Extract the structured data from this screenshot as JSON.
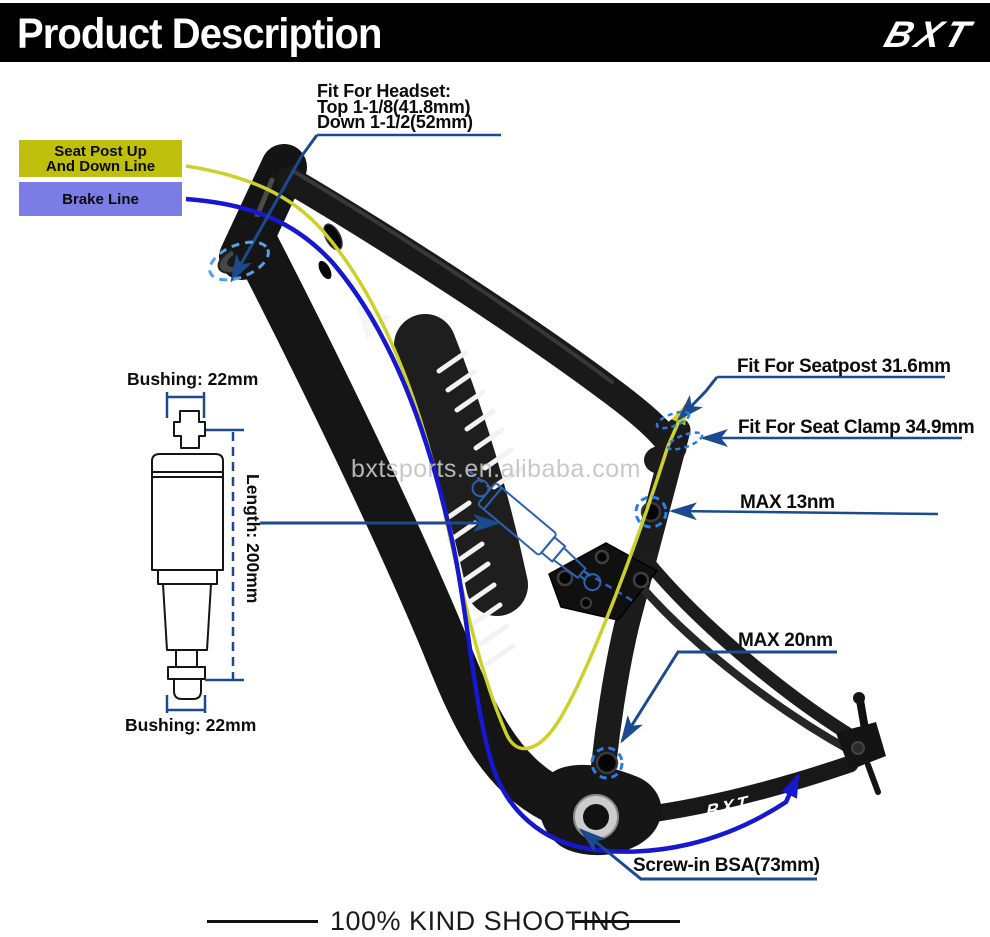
{
  "header": {
    "title": "Product Description",
    "brand": "BXT"
  },
  "legend": {
    "seatpost": {
      "line1": "Seat Post Up",
      "line2": "And Down Line",
      "color": "#bfbf0d"
    },
    "brake": {
      "label": "Brake Line",
      "color": "#7b7ce4"
    }
  },
  "callouts": {
    "headset": {
      "title": "Fit For Headset:",
      "top": "Top 1-1/8(41.8mm)",
      "down": "Down 1-1/2(52mm)"
    },
    "seatpost": "Fit For Seatpost 31.6mm",
    "seat_clamp": "Fit For Seat Clamp 34.9mm",
    "max13": "MAX 13nm",
    "max20": "MAX 20nm",
    "bsa": "Screw-in BSA(73mm)"
  },
  "shock_diagram": {
    "bushing_top": "Bushing: 22mm",
    "length": "Length: 200mm",
    "bushing_bottom": "Bushing: 22mm"
  },
  "frame": {
    "logo": "BXT"
  },
  "watermark": {
    "text": "bxtsports.en.alibaba.com"
  },
  "footer": {
    "text": "100% KIND SHOOTING"
  },
  "colors": {
    "annotation_blue": "#1b4a8f",
    "dashed_highlight_blue": "#2b7de0",
    "cable_yellow": "#cdd02b",
    "cable_blue": "#1717cf",
    "label_yellow": "#bfbf0d",
    "label_blue": "#7b7ce4",
    "frame_black": "#161616"
  }
}
